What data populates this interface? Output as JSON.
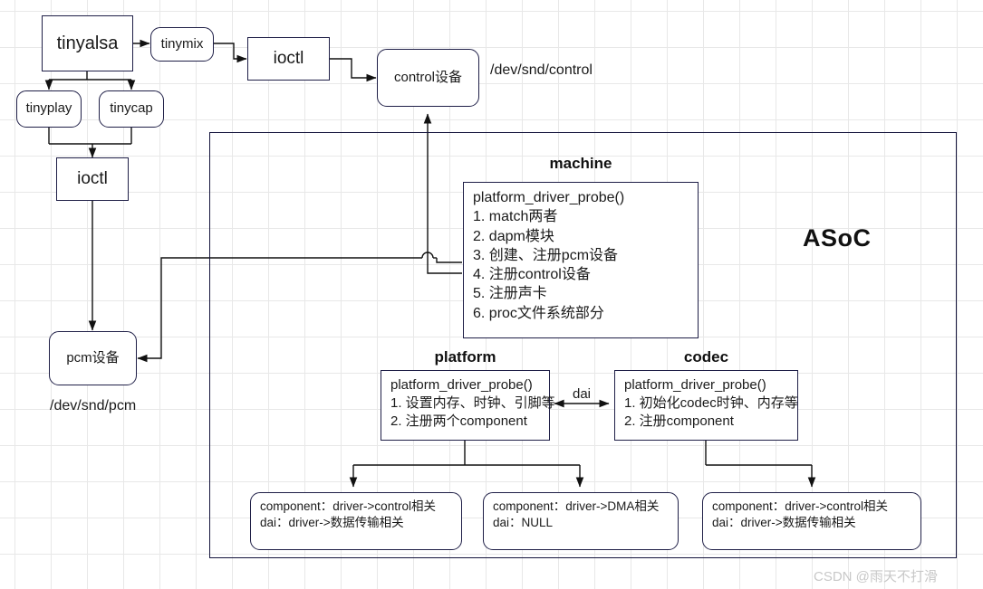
{
  "diagram": {
    "title": "ASoC",
    "watermark": "CSDN @雨天不打滑"
  },
  "nodes": {
    "tinyalsa": "tinyalsa",
    "tinymix": "tinymix",
    "tinyplay": "tinyplay",
    "tinycap": "tinycap",
    "ioctl_top": "ioctl",
    "ioctl_left": "ioctl",
    "control_device": "control设备",
    "pcm_device": "pcm设备"
  },
  "labels": {
    "dev_snd_control": "/dev/snd/control",
    "dev_snd_pcm": "/dev/snd/pcm",
    "dai": "dai"
  },
  "groups": {
    "machine": {
      "title": "machine",
      "lines": [
        "platform_driver_probe()",
        "1. match两者",
        "2. dapm模块",
        "3. 创建、注册pcm设备",
        "4. 注册control设备",
        "5. 注册声卡",
        "6. proc文件系统部分"
      ]
    },
    "platform": {
      "title": "platform",
      "lines": [
        "platform_driver_probe()",
        "1. 设置内存、时钟、引脚等",
        "2. 注册两个component"
      ]
    },
    "codec": {
      "title": "codec",
      "lines": [
        "platform_driver_probe()",
        "1. 初始化codec时钟、内存等",
        "2. 注册component"
      ]
    }
  },
  "components": [
    {
      "name": "component-platform-control",
      "lines": [
        "component：driver->control相关",
        "dai：driver->数据传输相关"
      ]
    },
    {
      "name": "component-platform-dma",
      "lines": [
        "component：driver->DMA相关",
        "dai：NULL"
      ]
    },
    {
      "name": "component-codec-control",
      "lines": [
        "component：driver->control相关",
        "dai：driver->数据传输相关"
      ]
    }
  ],
  "colors": {
    "border": "#1f1f47",
    "container_border": "#14143c",
    "grid": "#e8e8e8",
    "text": "#1a1a1a",
    "watermark": "#c8c8c8"
  }
}
